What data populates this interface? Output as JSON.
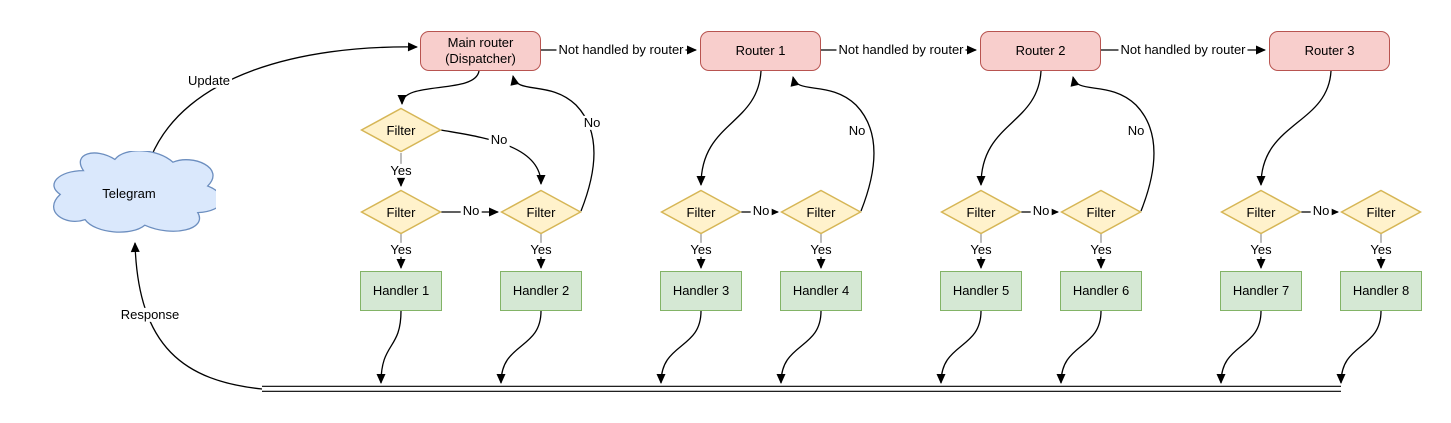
{
  "cloud": {
    "label": "Telegram"
  },
  "routers": [
    {
      "label": "Main router\n(Dispatcher)"
    },
    {
      "label": "Router 1"
    },
    {
      "label": "Router 2"
    },
    {
      "label": "Router 3"
    }
  ],
  "handlers": [
    "Handler 1",
    "Handler 2",
    "Handler 3",
    "Handler 4",
    "Handler 5",
    "Handler 6",
    "Handler 7",
    "Handler 8"
  ],
  "labels": {
    "filter": "Filter",
    "update": "Update",
    "response": "Response",
    "not_handled": "Not handled by router",
    "yes": "Yes",
    "no": "No"
  },
  "colors": {
    "bg": "#ffffff",
    "text": "#000000",
    "edge": "#000000",
    "stub": "#999999",
    "cloud_fill": "#dae8fc",
    "cloud_stroke": "#6c8ebf",
    "router_fill": "#f8cecc",
    "router_stroke": "#b85450",
    "filter_fill": "#fff2cc",
    "filter_stroke": "#d6b656",
    "handler_fill": "#d5e8d4",
    "handler_stroke": "#82b366"
  }
}
